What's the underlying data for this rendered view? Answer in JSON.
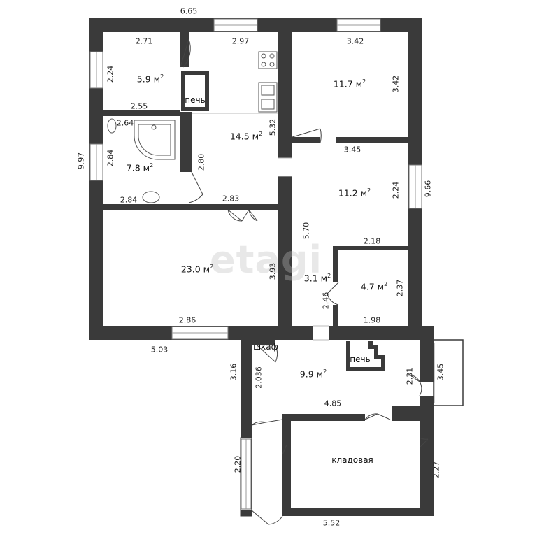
{
  "watermark": "etagi",
  "rooms": {
    "r1": {
      "area": "5.9 м",
      "sup": "2"
    },
    "r2": {
      "area": "14.5 м",
      "sup": "2"
    },
    "r3": {
      "area": "11.7 м",
      "sup": "2"
    },
    "r4": {
      "area": "7.8 м",
      "sup": "2"
    },
    "r5": {
      "area": "11.2 м",
      "sup": "2"
    },
    "r6": {
      "area": "23.0 м",
      "sup": "2"
    },
    "r7": {
      "area": "3.1 м",
      "sup": "2"
    },
    "r8": {
      "area": "4.7 м",
      "sup": "2"
    },
    "r9": {
      "area": "9.9 м",
      "sup": "2"
    },
    "storage": "кладовая"
  },
  "labels": {
    "stove1": "печь",
    "stove2": "печь",
    "closet": "шкаф"
  },
  "dims": {
    "top_total": "6.65",
    "d271": "2.71",
    "d297": "2.97",
    "d342a": "3.42",
    "d342b": "3.42",
    "d224a": "2.24",
    "d255": "2.55",
    "d264": "2.64",
    "d532": "5.32",
    "d997": "9.97",
    "d284a": "2.84",
    "d280": "2.80",
    "d345a": "3.45",
    "d224b": "2.24",
    "d966": "9.66",
    "d284b": "2.84",
    "d283": "2.83",
    "d570": "5.70",
    "d218": "2.18",
    "d393": "3.93",
    "d246": "2.46",
    "d237": "2.37",
    "d286": "2.86",
    "d198": "1.98",
    "d503": "5.03",
    "d316": "3.16",
    "d2036": "2.036",
    "d231": "2.31",
    "d345b": "3.45",
    "d485": "4.85",
    "d220": "2.20",
    "d227": "2.27",
    "d552": "5.52"
  }
}
